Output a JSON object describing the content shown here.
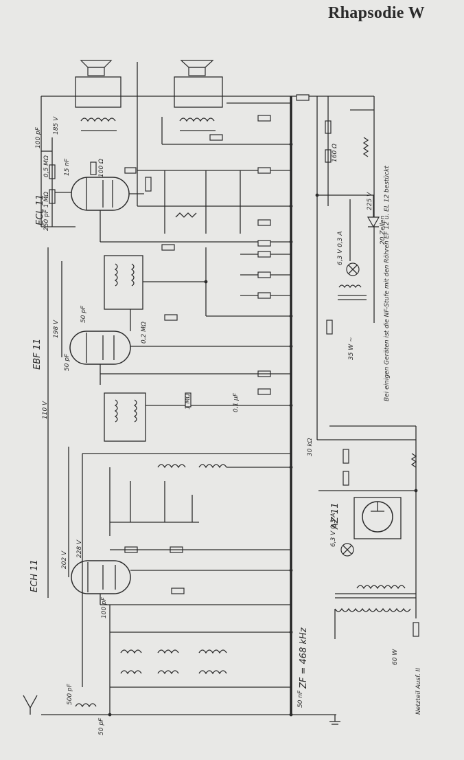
{
  "title": "Rhapsodie W",
  "tubes": [
    "ECL 11",
    "EBF 11",
    "ECH 11",
    "AZ 11"
  ],
  "voltages": [
    "185 V",
    "198 V",
    "110 V",
    "228 V",
    "202 V",
    "225 V"
  ],
  "values": {
    "ecl_grid": "100 pF",
    "ecl_r1": "0,5 MΩ",
    "ecl_r2": "250 pF 1 MΩ",
    "ecl_cath": "100 Ω",
    "ecl_c": "15 nF",
    "ebf_c": "50 pF",
    "ebf_c2": "50 pF",
    "ebf_r": "0,2 MΩ",
    "ech_c": "100 pF",
    "zf": "ZF = 468 kHz",
    "ant_c": "500 pF",
    "ant_c2": "50 pF",
    "bus_c": "50 nF",
    "pwr": "60 W",
    "pwr2": "35 W ~",
    "netz": "Netzteil Ausf. II",
    "lamp": "6,3 V 0,3 A",
    "lamp2": "6,3 V 0,3 A",
    "zener": "20 Zellen",
    "r_30k": "30 kΩ",
    "r_160": "160 Ω",
    "r_1m": "1 MΩ",
    "c_01": "0,1 μF"
  },
  "note": "Bei einigen Geräten ist die NF-Stufe mit den Röhren EF 12 u. EL 12 bestückt"
}
